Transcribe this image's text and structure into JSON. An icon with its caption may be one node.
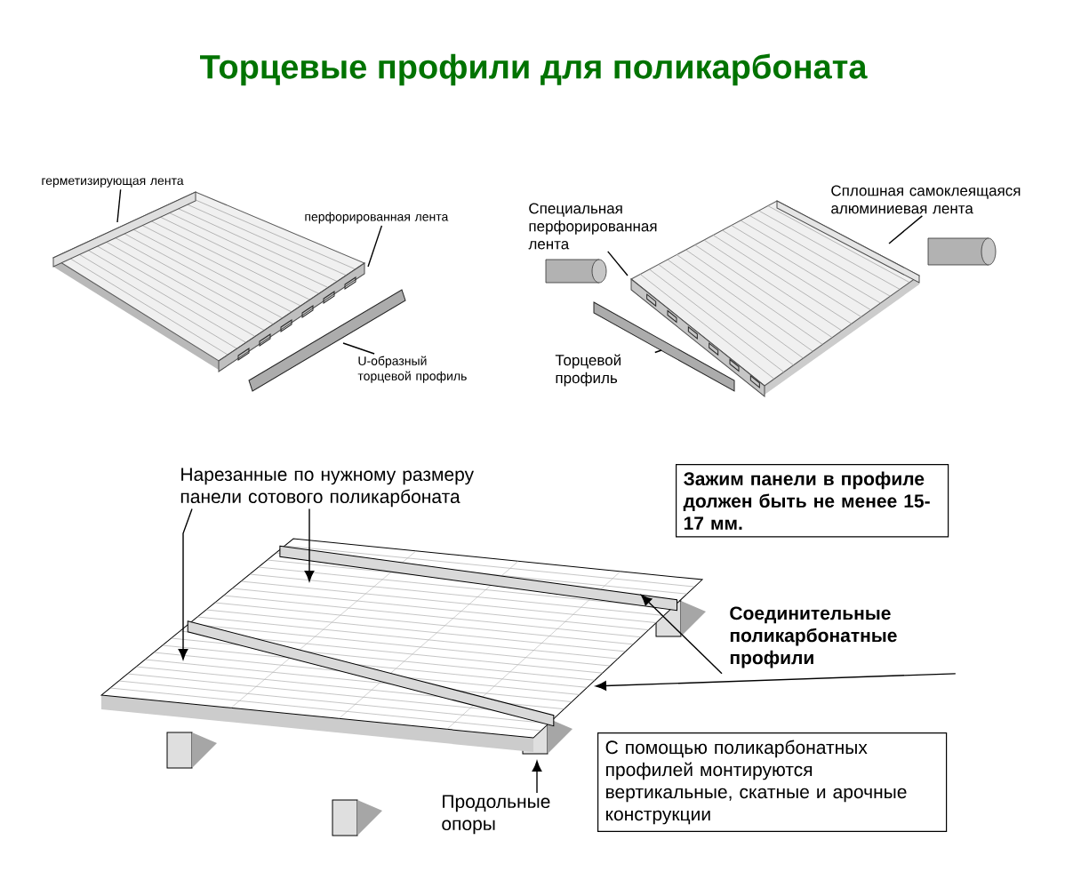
{
  "diagram": {
    "title": "Торцевые профили для поликарбоната",
    "nodes": [
      {
        "text": [
          "герметизирующая лента"
        ]
      },
      {
        "text": [
          "перфорированная лента"
        ]
      },
      {
        "text": [
          "U-образный торцевой профиль"
        ]
      },
      {
        "text": [
          "Специальная перфорированная лента"
        ]
      },
      {
        "text": [
          "Сплошная самоклеящаяся алюминиевая лента"
        ]
      },
      {
        "text": [
          "Торцевой профиль"
        ]
      },
      {
        "text": [
          "Нарезанные по нужному размеру панели сотового поликарбоната"
        ]
      },
      {
        "text": [
          "Зажим панели в профиле должен быть не менее 15-17 мм."
        ]
      },
      {
        "text": [
          "Соединительные поликарбонатные профили"
        ]
      },
      {
        "text": [
          "С помощью поликарбонатных профилей монтируются вертикальные, скатные и арочные конструкции"
        ]
      },
      {
        "text": [
          "Продольные опоры"
        ]
      }
    ],
    "edges": [
      {
        "from": 0,
        "to": null,
        "arrow": "none"
      },
      {
        "from": 1,
        "to": null,
        "arrow": "none"
      },
      {
        "from": 2,
        "to": null,
        "arrow": "none"
      },
      {
        "from": 3,
        "to": null,
        "arrow": "none"
      },
      {
        "from": 4,
        "to": null,
        "arrow": "none"
      },
      {
        "from": 5,
        "to": null,
        "arrow": "none"
      },
      {
        "from": 6,
        "to": null,
        "arrow": "to"
      },
      {
        "from": 6,
        "to": null,
        "arrow": "to"
      },
      {
        "from": 8,
        "to": null,
        "arrow": "to"
      },
      {
        "from": 8,
        "to": null,
        "arrow": "to"
      },
      {
        "from": 10,
        "to": null,
        "arrow": "to"
      }
    ]
  }
}
